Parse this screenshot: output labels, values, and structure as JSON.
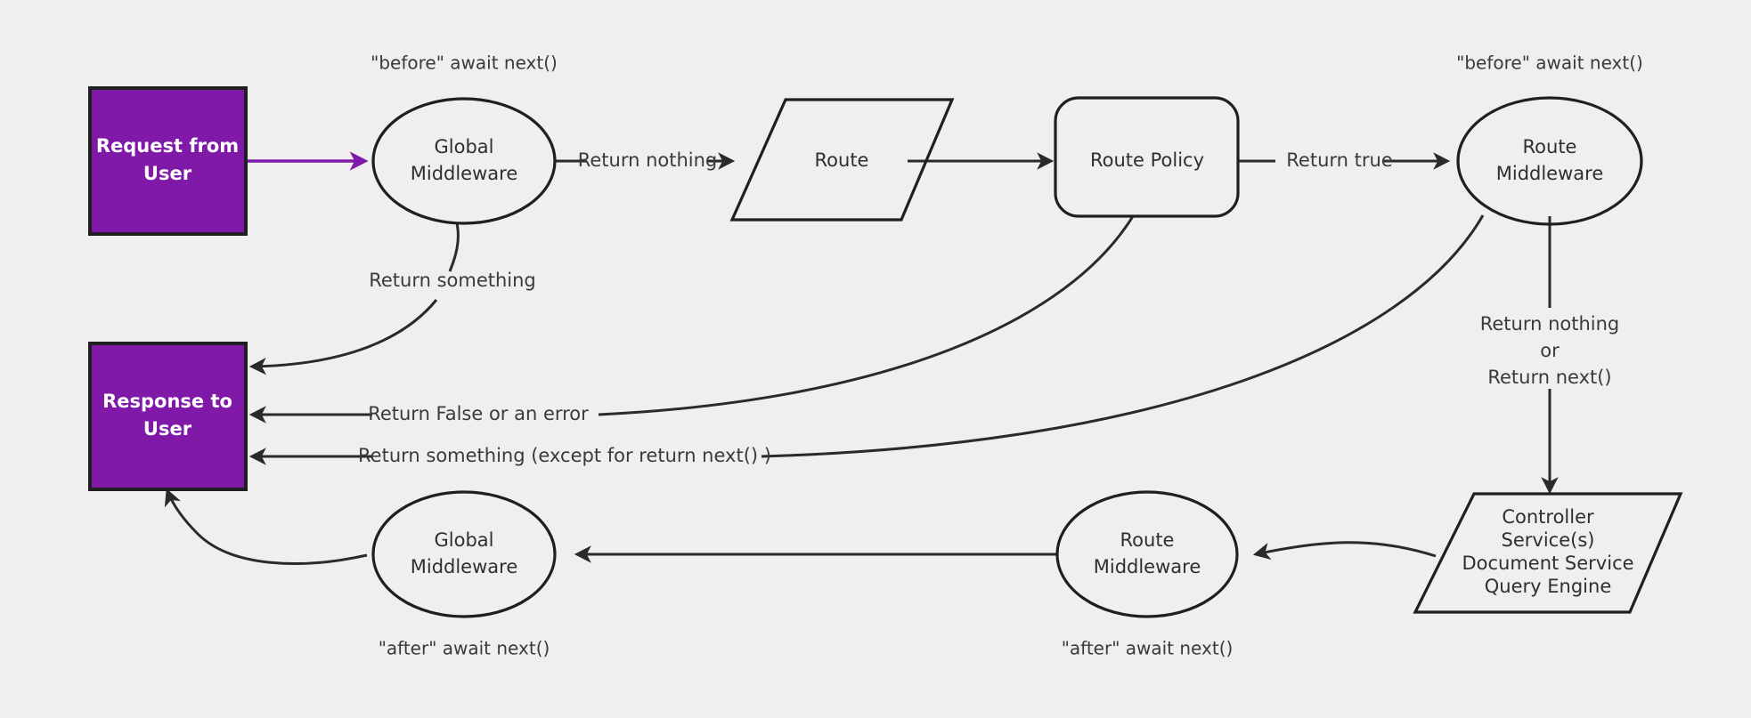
{
  "diagram": {
    "title": "Request/Response middleware flow",
    "background_color": "#efeff0",
    "accent_color": "#8019a8",
    "stroke_color": "#1f1f1f",
    "nodes": {
      "request_box": {
        "line1": "Request from",
        "line2": "User",
        "shape": "rectangle",
        "fill": "#8019a8"
      },
      "response_box": {
        "line1": "Response to",
        "line2": "User",
        "shape": "rectangle",
        "fill": "#8019a8"
      },
      "global_mw_top": {
        "line1": "Global",
        "line2": "Middleware",
        "shape": "ellipse"
      },
      "route": {
        "line1": "Route",
        "shape": "parallelogram"
      },
      "route_policy": {
        "line1": "Route Policy",
        "shape": "rounded-rectangle"
      },
      "route_mw_top": {
        "line1": "Route",
        "line2": "Middleware",
        "shape": "ellipse"
      },
      "controller": {
        "line1": "Controller",
        "line2": "Service(s)",
        "line3": "Document Service",
        "line4": "Query Engine",
        "shape": "parallelogram"
      },
      "route_mw_bottom": {
        "line1": "Route",
        "line2": "Middleware",
        "shape": "ellipse"
      },
      "global_mw_bottom": {
        "line1": "Global",
        "line2": "Middleware",
        "shape": "ellipse"
      }
    },
    "annotations": {
      "before_await_global": "\"before\" await next()",
      "before_await_route": "\"before\" await next()",
      "after_await_global": "\"after\" await next()",
      "after_await_route": "\"after\" await next()"
    },
    "edge_labels": {
      "return_nothing": "Return nothing",
      "return_true": "Return true",
      "return_something": "Return something",
      "return_false_or_error": "Return False or an error",
      "return_something_except": "Return something (except for return next() )",
      "route_mw_out_line1": "Return nothing",
      "route_mw_out_line2": "or",
      "route_mw_out_line3": "Return next()"
    }
  }
}
